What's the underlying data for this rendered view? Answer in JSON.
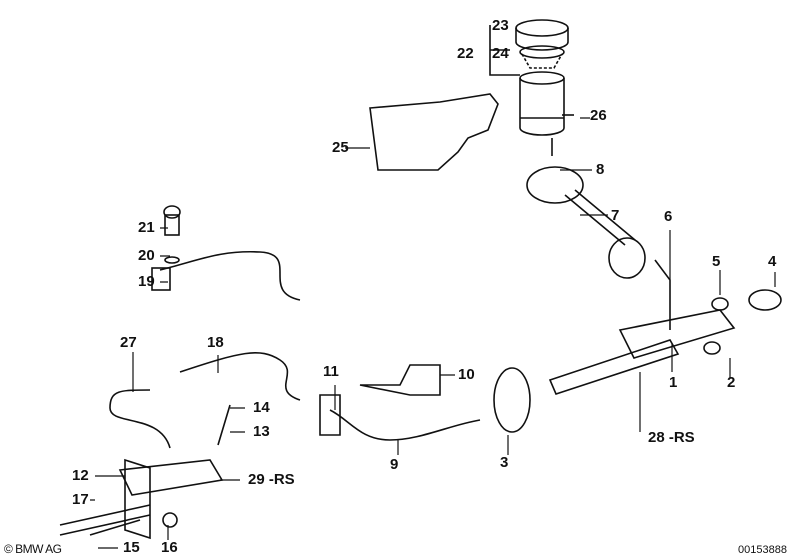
{
  "diagram": {
    "callouts": [
      {
        "id": "c23",
        "text": "23"
      },
      {
        "id": "c22",
        "text": "22"
      },
      {
        "id": "c24",
        "text": "24"
      },
      {
        "id": "c26",
        "text": "26"
      },
      {
        "id": "c25",
        "text": "25"
      },
      {
        "id": "c8",
        "text": "8"
      },
      {
        "id": "c7",
        "text": "7"
      },
      {
        "id": "c6",
        "text": "6"
      },
      {
        "id": "c21",
        "text": "21"
      },
      {
        "id": "c20",
        "text": "20"
      },
      {
        "id": "c19",
        "text": "19"
      },
      {
        "id": "c5",
        "text": "5"
      },
      {
        "id": "c4",
        "text": "4"
      },
      {
        "id": "c27",
        "text": "27"
      },
      {
        "id": "c18",
        "text": "18"
      },
      {
        "id": "c11",
        "text": "11"
      },
      {
        "id": "c10",
        "text": "10"
      },
      {
        "id": "c1",
        "text": "1"
      },
      {
        "id": "c2",
        "text": "2"
      },
      {
        "id": "c14",
        "text": "14"
      },
      {
        "id": "c13",
        "text": "13"
      },
      {
        "id": "c28",
        "text": "28 -RS"
      },
      {
        "id": "c3",
        "text": "3"
      },
      {
        "id": "c9",
        "text": "9"
      },
      {
        "id": "c12",
        "text": "12"
      },
      {
        "id": "c29",
        "text": "29 -RS"
      },
      {
        "id": "c17",
        "text": "17"
      },
      {
        "id": "c15",
        "text": "15"
      },
      {
        "id": "c16",
        "text": "16"
      }
    ],
    "copyright": "© BMW AG",
    "document_number": "00153888"
  }
}
